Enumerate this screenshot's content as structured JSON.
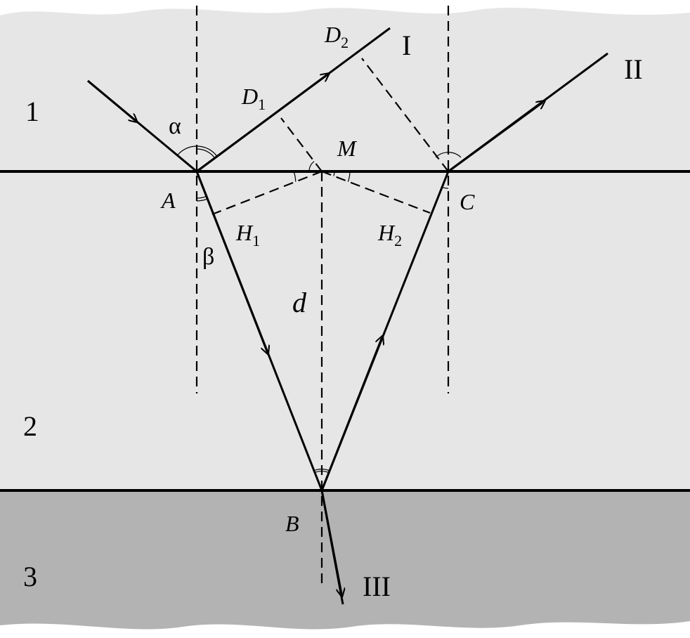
{
  "layers": [
    {
      "label": "1",
      "fill": "#e6e6e6"
    },
    {
      "label": "2",
      "fill": "#e6e6e6"
    },
    {
      "label": "3",
      "fill": "#b3b3b3"
    }
  ],
  "angles": {
    "alpha": "α",
    "beta": "β"
  },
  "points": {
    "A": "A",
    "B": "B",
    "C": "C",
    "M": "M"
  },
  "feet": {
    "D1": {
      "base": "D",
      "sub": "1"
    },
    "D2": {
      "base": "D",
      "sub": "2"
    },
    "H1": {
      "base": "H",
      "sub": "1"
    },
    "H2": {
      "base": "H",
      "sub": "2"
    }
  },
  "thickness": "d",
  "rays": {
    "I": "I",
    "II": "II",
    "III": "III"
  },
  "colors": {
    "stroke": "#000000",
    "background": "#ffffff"
  }
}
